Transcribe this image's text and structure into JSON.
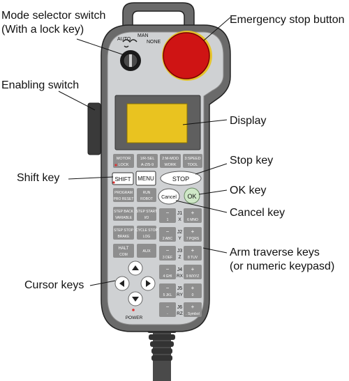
{
  "callouts": {
    "mode_selector": {
      "line1": "Mode selector switch",
      "line2": "(With a lock key)"
    },
    "emergency_stop": "Emergency stop button",
    "enabling_switch": "Enabling switch",
    "display": "Display",
    "stop_key": "Stop key",
    "shift_key": "Shift key",
    "ok_key": "OK key",
    "cancel_key": "Cancel key",
    "arm_traverse": {
      "line1": "Arm traverse keys",
      "line2": "(or numeric keypasd)"
    },
    "cursor_keys": "Cursor keys"
  },
  "pendant": {
    "mode_labels": {
      "auto": "AUTO",
      "man": "MAN",
      "none": "NONE"
    },
    "power_label": "POWER",
    "top_keys": [
      {
        "line1": "MOTOR",
        "line2": "LOCK"
      },
      {
        "line1": "1/R-SEL",
        "line2": "A-Z/5-9"
      },
      {
        "line1": "2:M-MOD",
        "line2": "WORK"
      },
      {
        "line1": "3:SPEED",
        "line2": "TOOL"
      }
    ],
    "shift": "SHIFT",
    "menu": "MENU",
    "stop": "STOP",
    "cancel": "Cancel",
    "ok": "OK",
    "func_keys": [
      {
        "line1": "PROGRAM",
        "line2": "PRO RESET"
      },
      {
        "line1": "RUN",
        "line2": "ROBOT"
      },
      {
        "line1": "STEP BACK",
        "line2": "VARIABLE"
      },
      {
        "line1": "STEP START",
        "line2": "I/O"
      },
      {
        "line1": "STEP STOP",
        "line2": "BRAKE"
      },
      {
        "line1": "CYCLE STOP",
        "line2": "LOG"
      },
      {
        "line1": "HALT",
        "line2": "COM"
      },
      {
        "line1": "AUX",
        "line2": ""
      }
    ],
    "joints": [
      {
        "label": "J1",
        "axis": "X",
        "minus": "1",
        "plus": "6 MNO"
      },
      {
        "label": "J2",
        "axis": "Y",
        "minus": "2 ABC",
        "plus": "7 PQRS"
      },
      {
        "label": "J3",
        "axis": "Z",
        "minus": "3 DEF",
        "plus": "8 TUV"
      },
      {
        "label": "J4",
        "axis": "RX",
        "minus": "4 GHI",
        "plus": "9 WXYZ"
      },
      {
        "label": "J5",
        "axis": "RY",
        "minus": "5 JKL",
        "plus": "0"
      },
      {
        "label": "J6",
        "axis": "RZ",
        "minus": "-",
        "plus": ". Symbol"
      }
    ],
    "minus_sign": "−",
    "plus_sign": "+"
  },
  "colors": {
    "outer_body": "#6a6a6a",
    "panel": "#cfd1d3",
    "display_frame": "#5f5f5f",
    "display_screen": "#e9c320",
    "estop": "#cf1414",
    "ok_key": "#cfe8c7",
    "key_dark": "#8e8e8e"
  }
}
